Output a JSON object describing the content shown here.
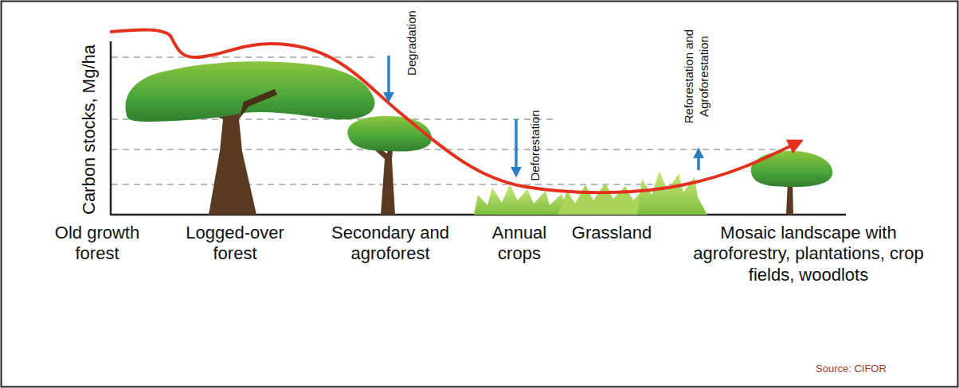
{
  "diagram": {
    "labels": [
      "Carbon stocks, Mg/ha",
      "Degradation",
      "Deforestation",
      "Reforestation and Agroforestation",
      "Old growth forest",
      "Logged-over forest",
      "Secondary and agroforest",
      "Annual crops",
      "Grassland",
      "Mosaic landscape with agroforestry, plantations, crop fields, woodlots",
      "Source: CIFOR"
    ]
  }
}
